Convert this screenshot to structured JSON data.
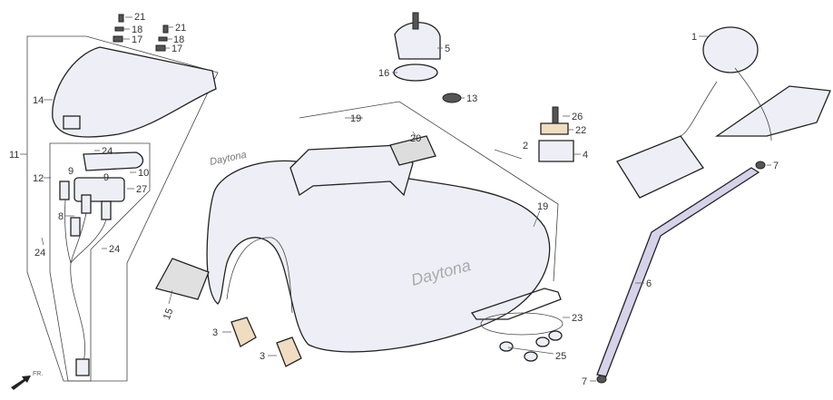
{
  "diagram": {
    "direction_label": "FR.",
    "logo_text": "Daytona",
    "callouts": {
      "c21a": "21",
      "c18a": "18",
      "c17a": "17",
      "c21b": "21",
      "c18b": "18",
      "c17b": "17",
      "c14": "14",
      "c11": "11",
      "c12": "12",
      "c24a": "24",
      "c10": "10",
      "c9a": "9",
      "c9b": "9",
      "c27": "27",
      "c8": "8",
      "c24b": "24",
      "c24c": "24",
      "c5": "5",
      "c16": "16",
      "c13": "13",
      "c19a": "19",
      "c20": "20",
      "c2": "2",
      "c26": "26",
      "c22": "22",
      "c4": "4",
      "c19b": "19",
      "c15": "15",
      "c3a": "3",
      "c3b": "3",
      "c23": "23",
      "c25": "25",
      "c1": "1",
      "c7a": "7",
      "c6": "6",
      "c7b": "7"
    }
  }
}
